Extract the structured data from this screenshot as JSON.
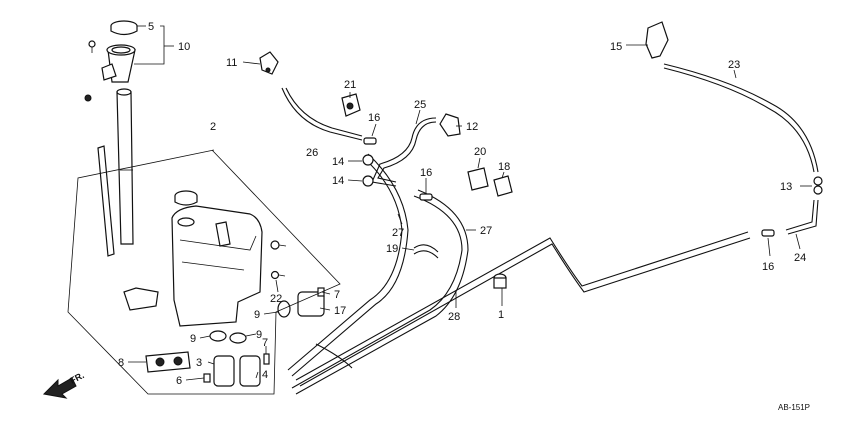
{
  "diagram": {
    "drawing_code": "AB-151P",
    "front_marker": "FR.",
    "callouts": [
      {
        "id": "c1",
        "label": "1"
      },
      {
        "id": "c2",
        "label": "2"
      },
      {
        "id": "c3",
        "label": "3"
      },
      {
        "id": "c4",
        "label": "4"
      },
      {
        "id": "c5",
        "label": "5"
      },
      {
        "id": "c6",
        "label": "6"
      },
      {
        "id": "c7a",
        "label": "7"
      },
      {
        "id": "c7b",
        "label": "7"
      },
      {
        "id": "c8",
        "label": "8"
      },
      {
        "id": "c9a",
        "label": "9"
      },
      {
        "id": "c9b",
        "label": "9"
      },
      {
        "id": "c9c",
        "label": "9"
      },
      {
        "id": "c10",
        "label": "10"
      },
      {
        "id": "c11",
        "label": "11"
      },
      {
        "id": "c12",
        "label": "12"
      },
      {
        "id": "c13",
        "label": "13"
      },
      {
        "id": "c14a",
        "label": "14"
      },
      {
        "id": "c14b",
        "label": "14"
      },
      {
        "id": "c15",
        "label": "15"
      },
      {
        "id": "c16a",
        "label": "16"
      },
      {
        "id": "c16b",
        "label": "16"
      },
      {
        "id": "c16c",
        "label": "16"
      },
      {
        "id": "c17",
        "label": "17"
      },
      {
        "id": "c18",
        "label": "18"
      },
      {
        "id": "c19",
        "label": "19"
      },
      {
        "id": "c20",
        "label": "20"
      },
      {
        "id": "c21",
        "label": "21"
      },
      {
        "id": "c22",
        "label": "22"
      },
      {
        "id": "c23",
        "label": "23"
      },
      {
        "id": "c24",
        "label": "24"
      },
      {
        "id": "c25",
        "label": "25"
      },
      {
        "id": "c26",
        "label": "26"
      },
      {
        "id": "c27a",
        "label": "27"
      },
      {
        "id": "c27b",
        "label": "27"
      },
      {
        "id": "c28",
        "label": "28"
      }
    ]
  }
}
